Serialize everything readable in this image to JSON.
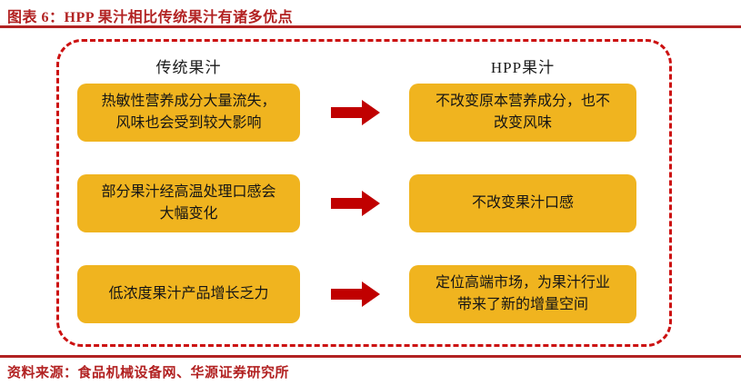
{
  "figure": {
    "title": "图表 6：HPP 果汁相比传统果汁有诸多优点",
    "source": "资料来源：食品机械设备网、华源证券研究所"
  },
  "diagram": {
    "left_header": "传统果汁",
    "right_header": "HPP果汁",
    "rows": [
      {
        "left": "热敏性营养成分大量流失，\n风味也会受到较大影响",
        "right": "不改变原本营养成分，也不\n改变风味"
      },
      {
        "left": "部分果汁经高温处理口感会\n大幅变化",
        "right": "不改变果汁口感"
      },
      {
        "left": "低浓度果汁产品增长乏力",
        "right": "定位高端市场，为果汁行业\n带来了新的增量空间"
      }
    ]
  },
  "colors": {
    "title_red": "#B22222",
    "rule_red": "#B22222",
    "dash_border_red": "#CC1111",
    "arrow_red": "#C00000",
    "node_gold": "#F0B41F",
    "node_text": "#151515"
  }
}
